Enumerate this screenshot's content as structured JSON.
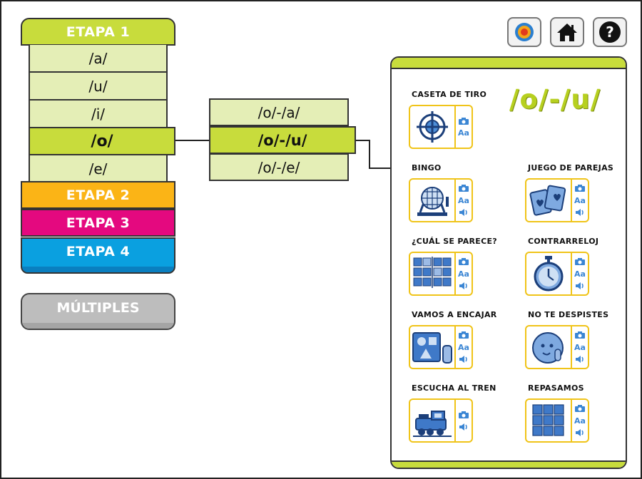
{
  "toolbar": {
    "buttons": [
      {
        "name": "target-button",
        "icon": "target-icon"
      },
      {
        "name": "home-button",
        "icon": "home-icon"
      },
      {
        "name": "help-button",
        "icon": "help-icon",
        "label": "?"
      }
    ]
  },
  "stages": {
    "stage1": "ETAPA 1",
    "stage2": "ETAPA 2",
    "stage3": "ETAPA 3",
    "stage4": "ETAPA 4",
    "multiples": "MÚLTIPLES"
  },
  "phonemes": [
    "/a/",
    "/u/",
    "/i/",
    "/o/",
    "/e/"
  ],
  "selected_phoneme": "/o/",
  "combos": [
    "/o/-/a/",
    "/o/-/u/",
    "/o/-/e/"
  ],
  "selected_combo": "/o/-/u/",
  "panel": {
    "title": "/o/-/u/",
    "activities": [
      {
        "label": "CASETA DE TIRO",
        "icon": "crosshair-icon"
      },
      {
        "label": "BINGO",
        "icon": "bingo-cage-icon"
      },
      {
        "label": "JUEGO DE PAREJAS",
        "icon": "cards-icon"
      },
      {
        "label": "¿CUÁL SE PARECE?",
        "icon": "grid-compare-icon"
      },
      {
        "label": "CONTRARRELOJ",
        "icon": "stopwatch-icon"
      },
      {
        "label": "VAMOS A ENCAJAR",
        "icon": "shapes-icon"
      },
      {
        "label": "NO TE DESPISTES",
        "icon": "face-icon"
      },
      {
        "label": "ESCUCHA AL TREN",
        "icon": "train-icon"
      },
      {
        "label": "REPASAMOS",
        "icon": "grid-icon"
      }
    ],
    "side_text": "Aa"
  },
  "colors": {
    "stage1": "#c8dc3c",
    "stage2": "#fbb416",
    "stage3": "#e4097f",
    "stage4": "#0aa0e0",
    "icon_blue": "#3b86d4",
    "card_border": "#f0c419"
  }
}
